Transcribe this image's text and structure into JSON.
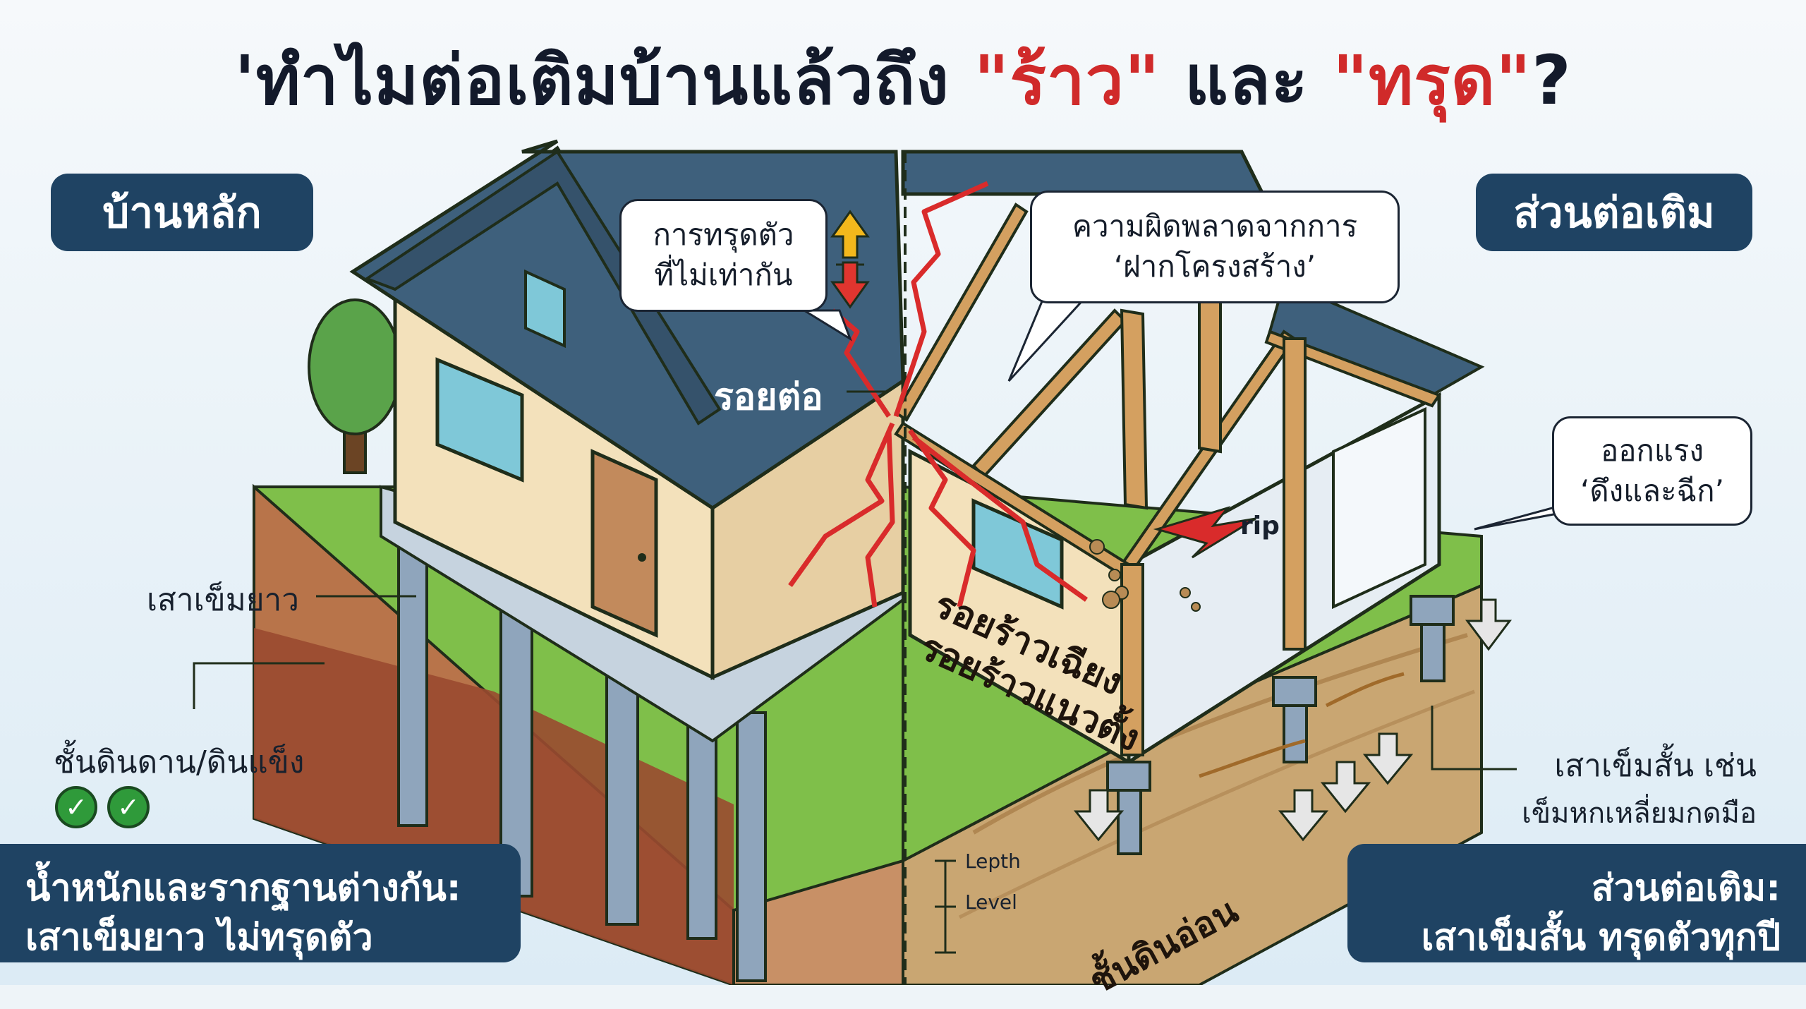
{
  "title": {
    "prefix": "'ทำไมต่อเติมบ้านแล้วถึง ",
    "word1": "\"ร้าว\"",
    "middle": " และ ",
    "word2": "\"ทรุด\"",
    "suffix": "?"
  },
  "panels": {
    "main_house": "บ้านหลัก",
    "extension": "ส่วนต่อเติม"
  },
  "bubbles": {
    "uneven_line1": "การทรุดตัว",
    "uneven_line2": "ที่ไม่เท่ากัน",
    "mistake_line1": "ความผิดพลาดจากการ",
    "mistake_line2": "‘ฝากโครงสร้าง’",
    "force_line1": "ออกแรง",
    "force_line2": "‘ดึงและฉีก’"
  },
  "labels": {
    "joint": "รอยต่อ",
    "long_pile": "เสาเข็มยาว",
    "hard_soil": "ชั้นดินดาน/ดินแข็ง",
    "diagonal_crack": "รอยร้าวเฉียง",
    "vertical_crack": "รอยร้าวแนวตั้ง",
    "rip": "rip",
    "short_pile_line1": "เสาเข็มสั้น เช่น",
    "short_pile_line2": "เข็มหกเหลี่ยมกดมือ",
    "soft_soil": "ชั้นดินอ่อน",
    "depth": "Lepth",
    "level": "Level"
  },
  "bottom": {
    "left_line1": "น้ำหนักและรากฐานต่างกัน:",
    "left_line2": "เสาเข็มยาว ไม่ทรุดตัว",
    "right_line1": "ส่วนต่อเติม:",
    "right_line2": "เสาเข็มสั้น ทรุดตัวทุกปี"
  },
  "icons": [
    "up-arrow-icon",
    "down-arrow-icon",
    "check-icon",
    "down-arrow-icon",
    "flow-arrow-icon"
  ],
  "colors": {
    "crack_red": "#d92b2b",
    "arrow_yellow": "#f3b81c",
    "panel_navy": "#1f4363",
    "roof_blue": "#3e607c"
  }
}
